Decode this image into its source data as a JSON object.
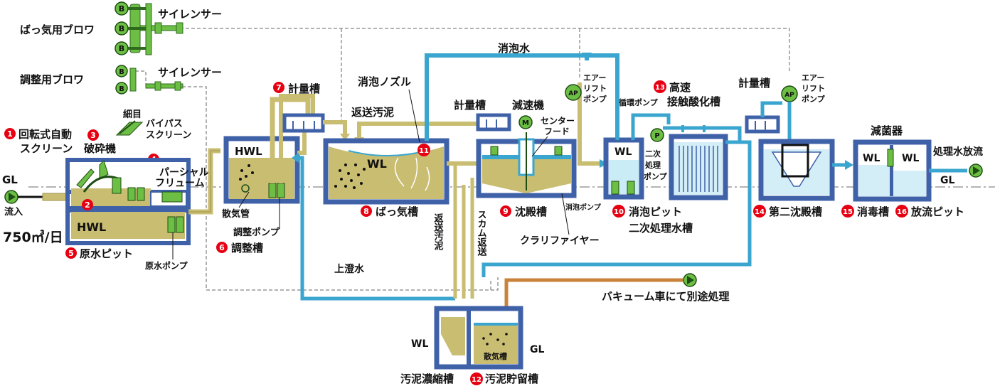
{
  "colors": {
    "tank_wall": "#3f61a8",
    "water_blue": "#3aa6cf",
    "sludge": "#c9bd72",
    "sludge_line": "#b7ad63",
    "equipment_green": "#6cbf44",
    "badge_red": "#e60012",
    "dashed_air": "#666666",
    "vacuum_line": "#c9823a"
  },
  "labels": {
    "blower_aeration": "ばっ気用ブロワ",
    "blower_adjust": "調整用ブロワ",
    "silencer_top": "サイレンサー",
    "silencer_bottom": "サイレンサー",
    "fine_mesh": "細目",
    "bypass_screen_1": "バイパス",
    "bypass_screen_2": "スクリーン",
    "gl_left": "GL",
    "inflow": "流入",
    "flow_rate": "750㎥/日",
    "hwl_raw": "HWL",
    "raw_pump": "原水ポンプ",
    "partial_1": "パーシャル",
    "partial_2": "フリューム",
    "hwl_adjust": "HWL",
    "aeration_pipe": "散気管",
    "adjust_pump": "調整ポンプ",
    "defoam_nozzle": "消泡ノズル",
    "return_sludge_top": "返送汚泥",
    "wl_aeration": "WL",
    "defoam_water": "消泡水",
    "metering_tank_2": "計量槽",
    "reducer": "減速機",
    "center_hood_1": "センター",
    "center_hood_2": "フード",
    "air_lift_1": "エアー",
    "air_lift_2": "リフト",
    "air_lift_3": "ポンプ",
    "defoam_pump": "消泡ポンプ",
    "clarifier": "クラリファイヤー",
    "scum_return": "スカム返送",
    "return_sludge_vert": "返送汚泥",
    "supernatant": "上澄水",
    "circulation_pump": "循環ポンプ",
    "wl_defoam_pit": "WL",
    "secondary_pump_1": "二次",
    "secondary_pump_2": "処理",
    "secondary_pump_3": "ポンプ",
    "secondary_tank": "二次処理水槽",
    "metering_tank_3": "計量槽",
    "air_lift_b1": "エアー",
    "air_lift_b2": "リフト",
    "air_lift_b3": "ポンプ",
    "sterilizer": "減菌器",
    "wl_disinfect": "WL",
    "wl_discharge": "WL",
    "treated_discharge": "処理水放流",
    "gl_right": "GL",
    "vacuum": "バキューム車にて別途処理",
    "wl_sludge": "WL",
    "gl_sludge": "GL",
    "aeration_in_tank": "散気槽",
    "sludge_thickener": "汚泥濃縮槽",
    "blower_mark": "B",
    "motor_mark": "M",
    "ap_mark": "AP",
    "pump_mark": "P"
  },
  "units": [
    {
      "num": "1",
      "name": "回転式自動",
      "name2": "スクリーン"
    },
    {
      "num": "2",
      "name": ""
    },
    {
      "num": "3",
      "name": "破砕機"
    },
    {
      "num": "4",
      "name": ""
    },
    {
      "num": "5",
      "name": "原水ピット"
    },
    {
      "num": "6",
      "name": "調整槽"
    },
    {
      "num": "7",
      "name": "計量槽"
    },
    {
      "num": "8",
      "name": "ばっ気槽"
    },
    {
      "num": "9",
      "name": "沈殿槽"
    },
    {
      "num": "10",
      "name": "消泡ピット"
    },
    {
      "num": "11",
      "name": ""
    },
    {
      "num": "12",
      "name": "汚泥貯留槽"
    },
    {
      "num": "13",
      "name": "高速",
      "name2": "接触酸化槽"
    },
    {
      "num": "14",
      "name": "第二沈殿槽"
    },
    {
      "num": "15",
      "name": "消毒槽"
    },
    {
      "num": "16",
      "name": "放流ピット"
    }
  ]
}
